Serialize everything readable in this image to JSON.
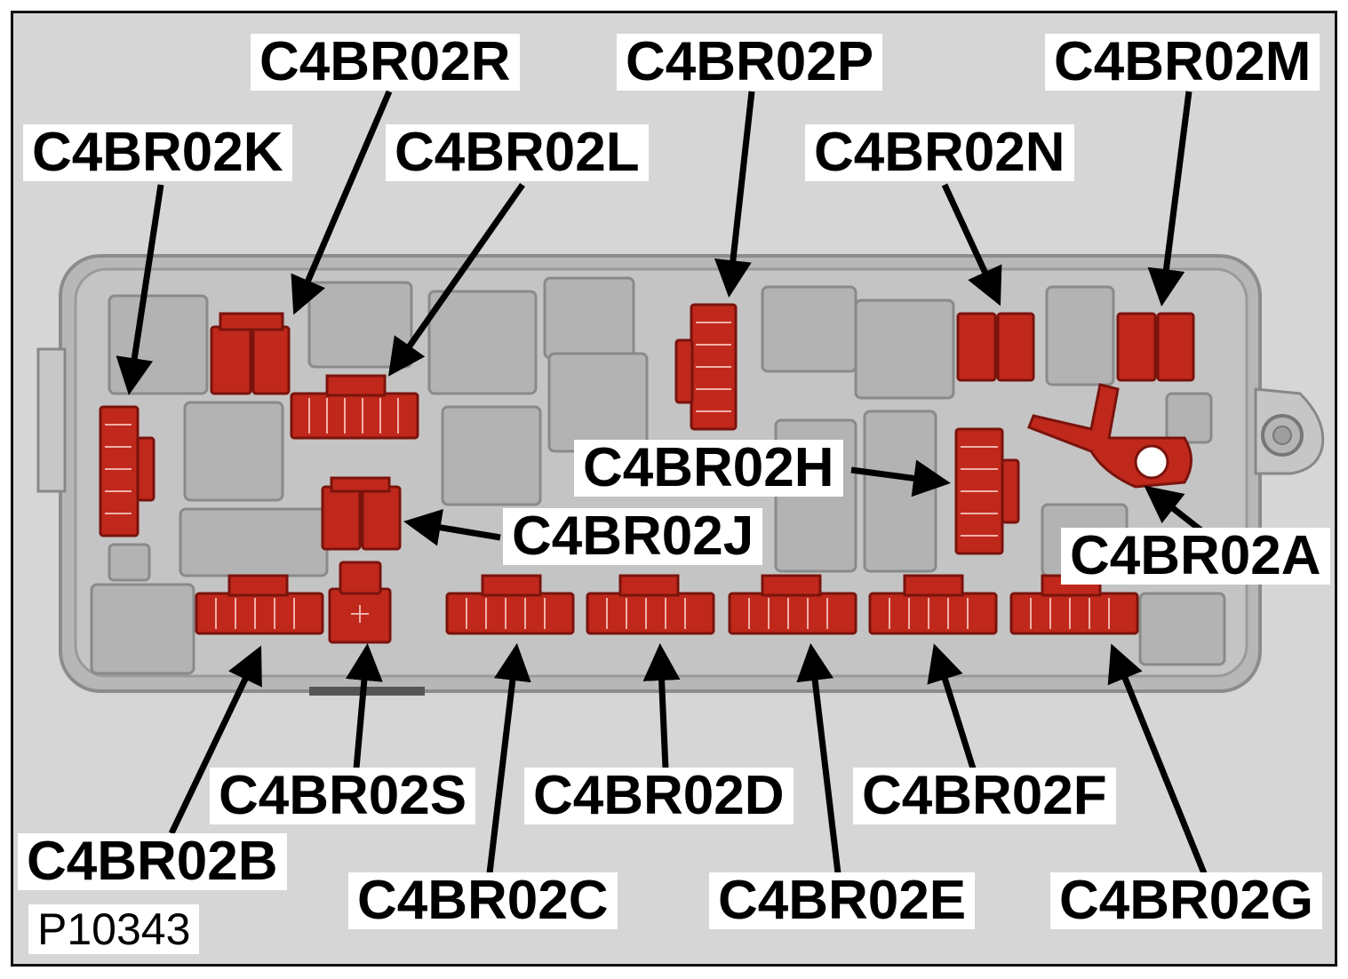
{
  "figure_id": "P10343",
  "colors": {
    "connector": "#c0281c",
    "connector_dark": "#7a130c",
    "housing": "#a9a9a9",
    "background": "#d6d6d6"
  },
  "labels": {
    "k": "C4BR02K",
    "r": "C4BR02R",
    "l": "C4BR02L",
    "p": "C4BR02P",
    "n": "C4BR02N",
    "m": "C4BR02M",
    "h": "C4BR02H",
    "j": "C4BR02J",
    "a": "C4BR02A",
    "b": "C4BR02B",
    "s": "C4BR02S",
    "c": "C4BR02C",
    "d": "C4BR02D",
    "e": "C4BR02E",
    "f": "C4BR02F",
    "g": "C4BR02G"
  }
}
